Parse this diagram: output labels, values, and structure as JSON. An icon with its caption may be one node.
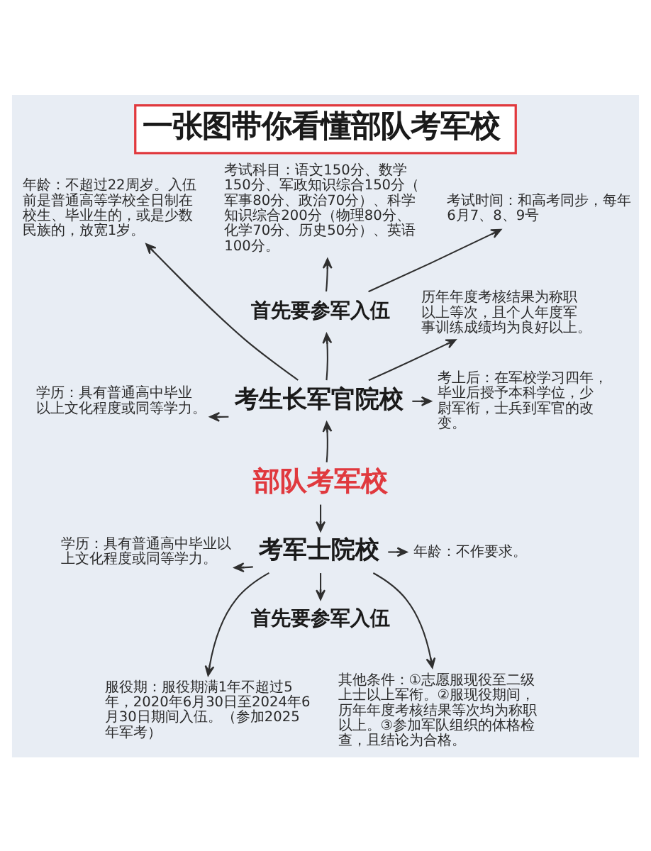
{
  "diagram": {
    "title": "一张图带你看懂部队考军校",
    "nodes": [
      {
        "text": [
          "考试科目：语文150分、数学150分、军政知识综合150分（军事80分、政治70分）、科学知识综合200分（物理80分、化学70分、历史50分）、英语100分。"
        ]
      },
      {
        "text": [
          "年龄：不超过22周岁。入伍前是普通高等学校全日制在校生、毕业生的，或是少数民族的，放宽1岁。"
        ]
      },
      {
        "text": [
          "考试时间：和高考同步，每年6月7、8、9号"
        ]
      },
      {
        "text": [
          "历年年度考核结果为称职以上等次，且个人年度军事训练成绩均为良好以上。"
        ]
      },
      {
        "text": [
          "首先要参军入伍"
        ]
      },
      {
        "text": [
          "学历：具有普通高中毕业以上文化程度或同等学力。"
        ]
      },
      {
        "text": [
          "考生长军官院校"
        ]
      },
      {
        "text": [
          "考上后：在军校学习四年，毕业后授予本科学位，少尉军衔，士兵到军官的改变。"
        ]
      },
      {
        "text": [
          "部队考军校"
        ]
      },
      {
        "text": [
          "学历：具有普通高中毕业以上文化程度或同等学力。"
        ]
      },
      {
        "text": [
          "考军士院校"
        ]
      },
      {
        "text": [
          "年龄：不作要求。"
        ]
      },
      {
        "text": [
          "首先要参军入伍"
        ]
      },
      {
        "text": [
          "服役期：服役期满1年不超过5年，2020年6月30日至2024年6月30日期间入伍。（参加2025年军考）"
        ]
      },
      {
        "text": [
          "其他条件：①志愿服现役至二级上士以上军衔。②服现役期间，历年年度考核结果等次均为称职以上。③参加军队组织的体格检查，且结论为合格。"
        ]
      }
    ],
    "edges": [
      {
        "from": 8,
        "to": 6,
        "arrow": "to"
      },
      {
        "from": 6,
        "to": 4,
        "arrow": "to"
      },
      {
        "from": 6,
        "to": 5,
        "arrow": "to"
      },
      {
        "from": 6,
        "to": 7,
        "arrow": "to"
      },
      {
        "from": 4,
        "to": 0,
        "arrow": "to"
      },
      {
        "from": 6,
        "to": 1,
        "arrow": "to"
      },
      {
        "from": 4,
        "to": 2,
        "arrow": "to"
      },
      {
        "from": 6,
        "to": 3,
        "arrow": "to"
      },
      {
        "from": 8,
        "to": 10,
        "arrow": "to"
      },
      {
        "from": 10,
        "to": 9,
        "arrow": "to"
      },
      {
        "from": 10,
        "to": 11,
        "arrow": "to"
      },
      {
        "from": 10,
        "to": 12,
        "arrow": "to"
      },
      {
        "from": 10,
        "to": 13,
        "arrow": "to"
      },
      {
        "from": 10,
        "to": 14,
        "arrow": "to"
      }
    ]
  }
}
